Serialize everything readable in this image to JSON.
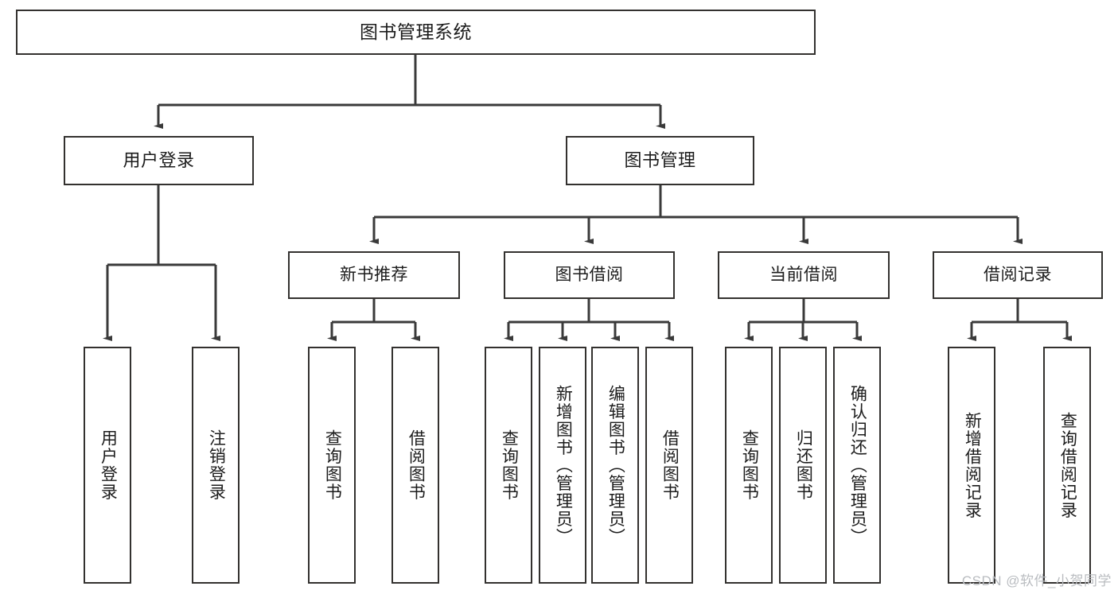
{
  "diagram": {
    "type": "tree-hierarchy",
    "title": "图书管理系统",
    "watermark": "CSDN @软件_小贺同学",
    "colors": {
      "box_border": "#33312f",
      "box_fill": "#ffffff",
      "connector": "#3a3a3a",
      "text": "#1c1c1c",
      "watermark": "#b9bcc0",
      "background": "#ffffff"
    },
    "root": {
      "label": "图书管理系统"
    },
    "level1": [
      {
        "label": "用户登录"
      },
      {
        "label": "图书管理"
      }
    ],
    "level2": [
      {
        "label": "新书推荐"
      },
      {
        "label": "图书借阅"
      },
      {
        "label": "当前借阅"
      },
      {
        "label": "借阅记录"
      }
    ],
    "leaves": {
      "user_login": [
        {
          "label": "用户登录"
        },
        {
          "label": "注销登录"
        }
      ],
      "new_book_recommend": [
        {
          "label": "查询图书"
        },
        {
          "label": "借阅图书"
        }
      ],
      "book_borrow": [
        {
          "label": "查询图书"
        },
        {
          "label": "新增图书（管理员）"
        },
        {
          "label": "编辑图书（管理员）"
        },
        {
          "label": "借阅图书"
        }
      ],
      "current_borrow": [
        {
          "label": "查询图书"
        },
        {
          "label": "归还图书"
        },
        {
          "label": "确认归还（管理员）"
        }
      ],
      "borrow_record": [
        {
          "label": "新增借阅记录"
        },
        {
          "label": "查询借阅记录"
        }
      ]
    }
  }
}
